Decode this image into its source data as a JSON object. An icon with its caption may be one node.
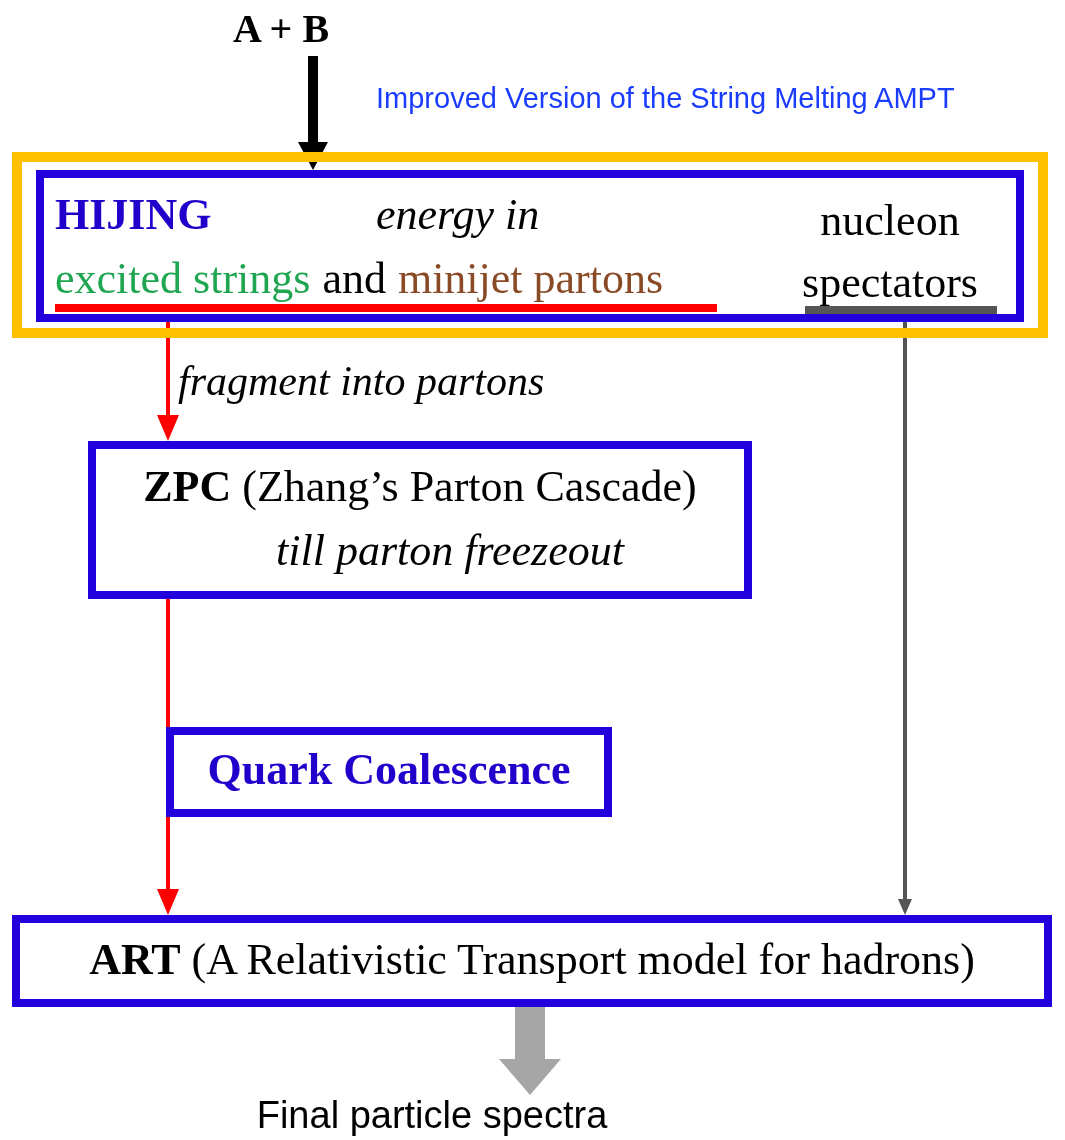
{
  "diagram": {
    "nodes": [
      {
        "text": [
          "A + B"
        ]
      },
      {
        "text": [
          "Improved Version of the String Melting AMPT"
        ]
      },
      {
        "text": [
          "HIJING",
          "energy in",
          "excited strings",
          "and",
          "minijet partons",
          "nucleon spectators"
        ],
        "in": 1
      },
      {
        "text": [
          "**ZPC** (Zhang’s Parton Cascade)",
          "till parton freezeout"
        ]
      },
      {
        "text": [
          "Quark Coalescence"
        ]
      },
      {
        "text": [
          "**ART** (A Relativistic Transport model for hadrons)"
        ]
      },
      {
        "text": [
          "Final particle spectra"
        ]
      }
    ],
    "edges": [
      {
        "from": 0,
        "to": 2,
        "arrow": "to",
        "style": "thick",
        "color": "#000000"
      },
      {
        "from": 2,
        "to": 3,
        "arrow": "to",
        "label": "fragment into partons"
      },
      {
        "from": 3,
        "to": 4,
        "arrow": "none"
      },
      {
        "from": 4,
        "to": 5,
        "arrow": "to"
      },
      {
        "from": 2,
        "to": 5,
        "arrow": "to",
        "color": "#555555"
      },
      {
        "from": 5,
        "to": 6,
        "arrow": "to",
        "style": "thick",
        "color": "#a6a6a6"
      }
    ]
  }
}
